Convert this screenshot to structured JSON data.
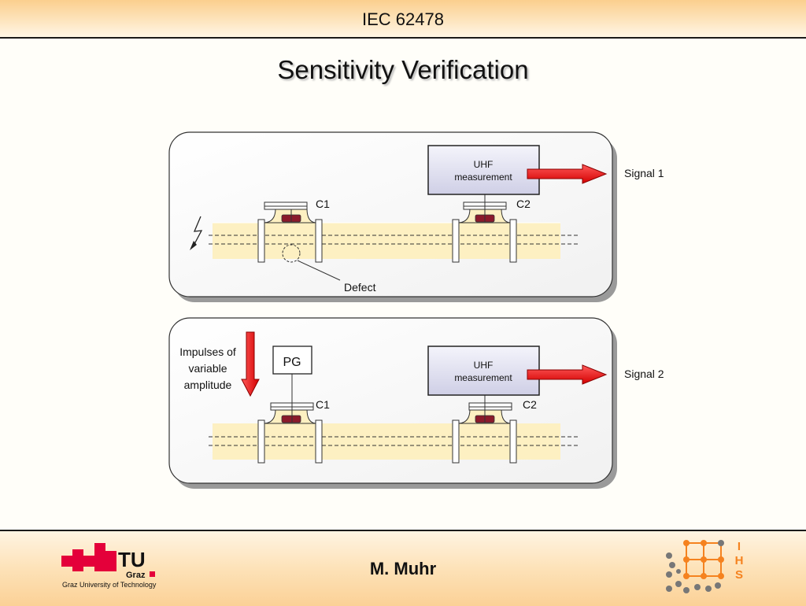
{
  "header": {
    "title": "IEC 62478"
  },
  "slide": {
    "title": "Sensitivity Verification"
  },
  "panel1": {
    "uhf_line1": "UHF",
    "uhf_line2": "measurement",
    "signal": "Signal 1",
    "c1": "C1",
    "c2": "C2",
    "defect": "Defect"
  },
  "panel2": {
    "impulses_line1": "Impulses of",
    "impulses_line2": "variable",
    "impulses_line3": "amplitude",
    "pg": "PG",
    "uhf_line1": "UHF",
    "uhf_line2": "measurement",
    "signal": "Signal 2",
    "c1": "C1",
    "c2": "C2"
  },
  "footer": {
    "author": "M. Muhr",
    "tu_logo_text": "TU",
    "tu_logo_sub": "Graz",
    "tu_caption": "Graz University of Technology",
    "ihs": [
      "I",
      "H",
      "S"
    ]
  },
  "colors": {
    "pipe": "#fdf0c2",
    "arrow_red": "#e80000",
    "uhf_box": "#dcdcf0",
    "sensor": "#8b1a2b",
    "tu_red": "#e4003a",
    "ihs_orange": "#f5821f"
  },
  "icons": [
    "lightning-icon",
    "tu-graz-logo",
    "ihs-logo"
  ]
}
